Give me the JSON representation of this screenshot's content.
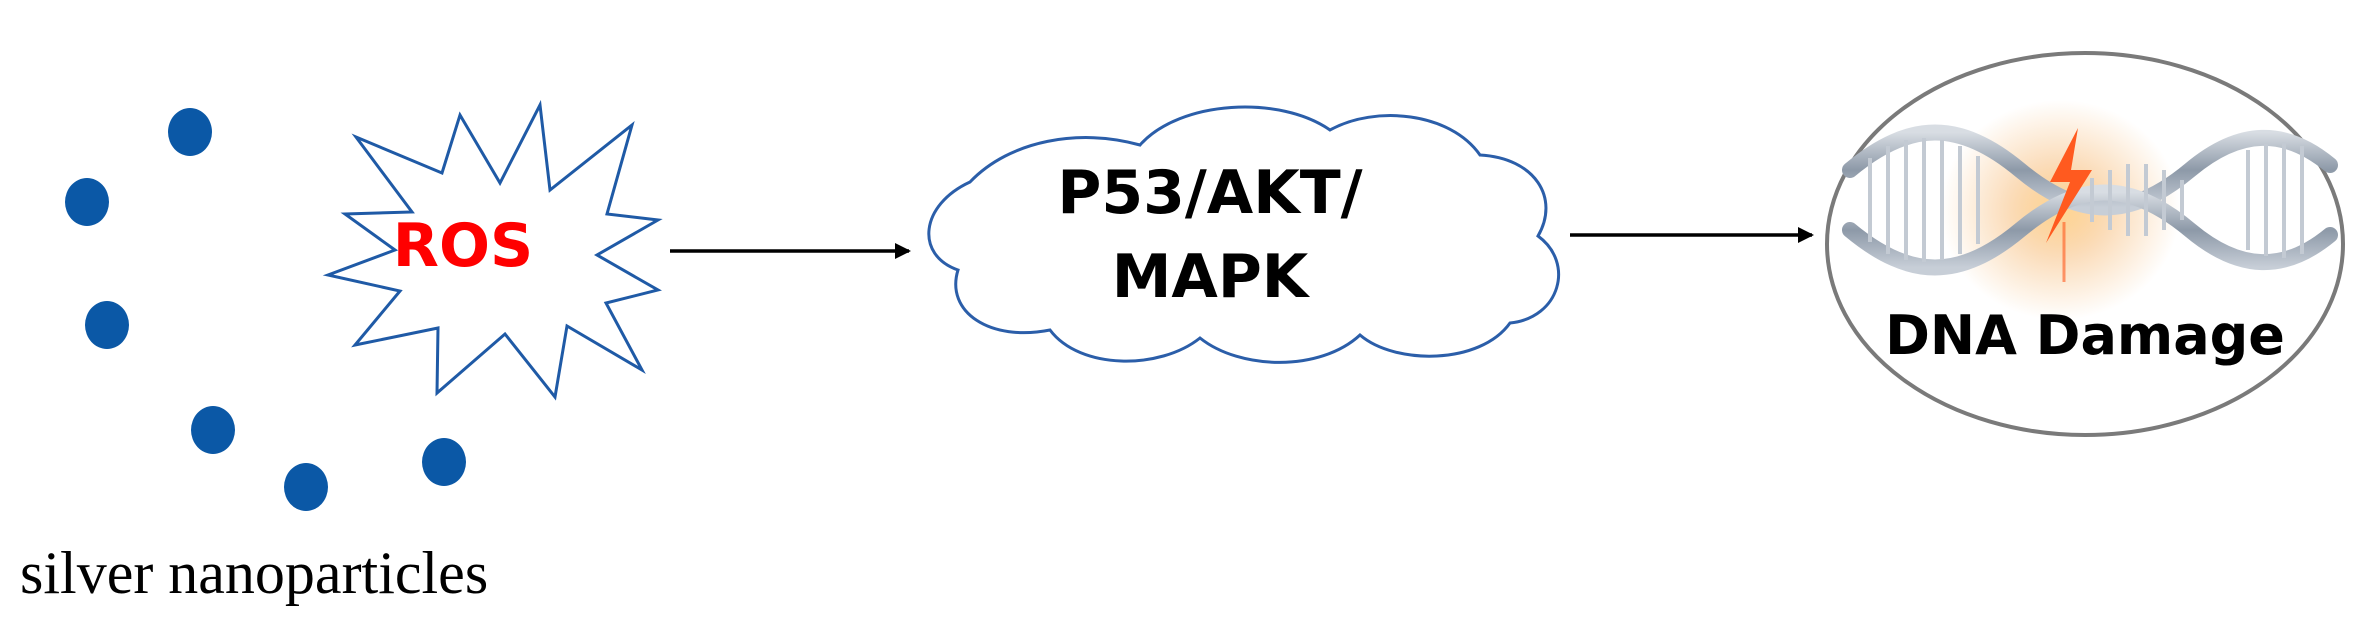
{
  "labels": {
    "nanoparticles": "silver nanoparticles",
    "ros": "ROS",
    "pathway_line1": "P53/AKT/",
    "pathway_line2": "MAPK",
    "outcome": "DNA Damage"
  },
  "colors": {
    "particle": "#0b58a6",
    "ros_text": "#ff0000",
    "cloud_stroke": "#2b5ea9",
    "burst_stroke": "#1f5aa6",
    "circle_stroke": "#7a7a7a",
    "arrow": "#000000",
    "dna_strand": "#8f9aa8",
    "dna_glow": "#f6b56b",
    "spark": "#ff5a1f"
  },
  "icons": {
    "particles": "dot-icon",
    "ros_shape": "starburst-icon",
    "pathway_shape": "cloud-icon",
    "dna": "dna-helix-icon",
    "damage": "lightning-icon"
  }
}
